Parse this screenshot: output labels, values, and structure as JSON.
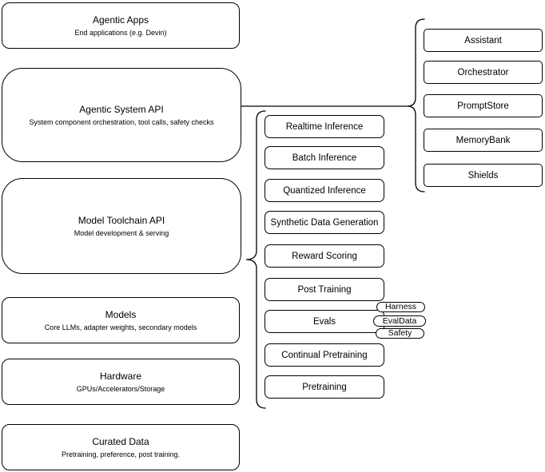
{
  "stack": {
    "items": [
      {
        "title": "Agentic Apps",
        "subtitle": "End applications (e.g. Devin)"
      },
      {
        "title": "Agentic System API",
        "subtitle": "System component orchestration, tool calls, safety checks"
      },
      {
        "title": "Model Toolchain API",
        "subtitle": "Model development & serving"
      },
      {
        "title": "Models",
        "subtitle": "Core LLMs, adapter weights, secondary models"
      },
      {
        "title": "Hardware",
        "subtitle": "GPUs/Accelerators/Storage"
      },
      {
        "title": "Curated Data",
        "subtitle": "Pretraining, preference, post training."
      }
    ]
  },
  "toolchain": {
    "items": [
      {
        "label": "Realtime Inference"
      },
      {
        "label": "Batch Inference"
      },
      {
        "label": "Quantized Inference"
      },
      {
        "label": "Synthetic Data Generation"
      },
      {
        "label": "Reward Scoring"
      },
      {
        "label": "Post Training"
      },
      {
        "label": "Evals"
      },
      {
        "label": "Continual Pretraining"
      },
      {
        "label": "Pretraining"
      }
    ]
  },
  "system": {
    "items": [
      {
        "label": "Assistant"
      },
      {
        "label": "Orchestrator"
      },
      {
        "label": "PromptStore"
      },
      {
        "label": "MemoryBank"
      },
      {
        "label": "Shields"
      }
    ]
  },
  "eval_tags": {
    "items": [
      {
        "label": "Harness"
      },
      {
        "label": "EvalData"
      },
      {
        "label": "Safety"
      }
    ]
  },
  "colors": {
    "stroke": "#000000",
    "fill": "#ffffff",
    "text": "#000000",
    "background": "#ffffff"
  }
}
